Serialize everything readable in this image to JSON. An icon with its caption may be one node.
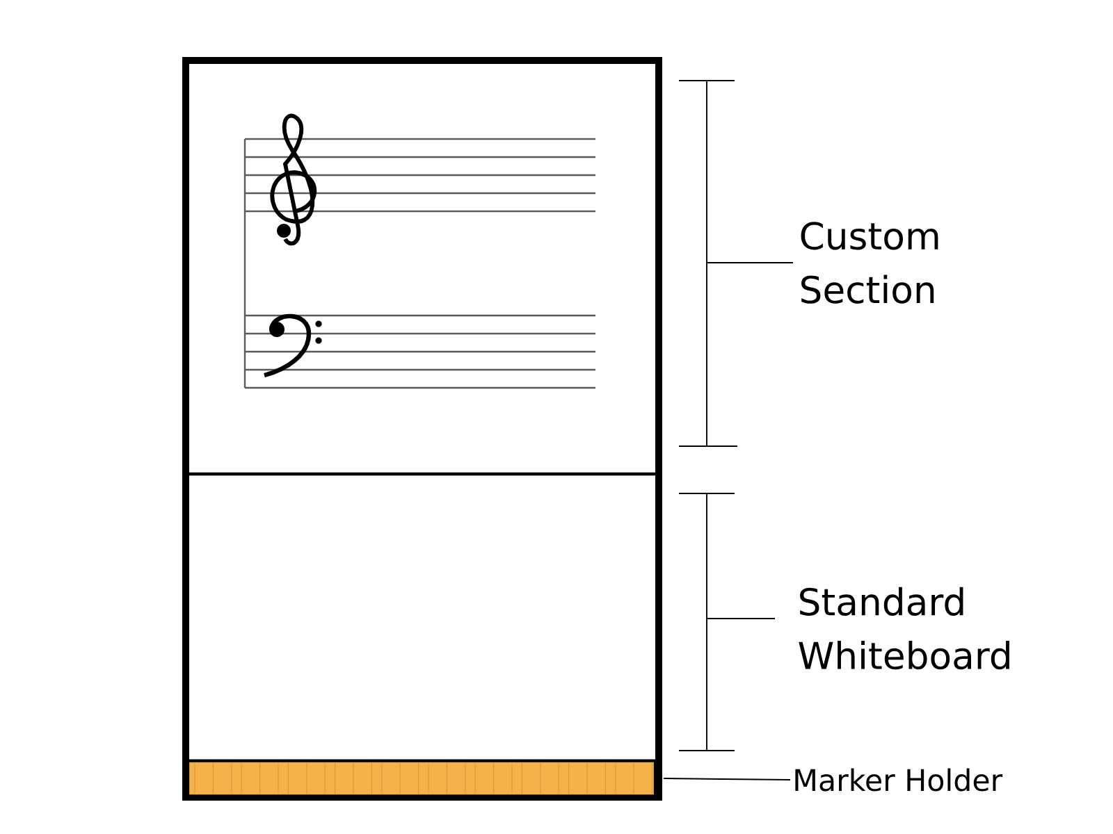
{
  "diagram": {
    "nodes": [
      {
        "text": [
          "Marker Holder"
        ]
      },
      {
        "text": [],
        "shape": "bar"
      }
    ],
    "edges": [
      {
        "from": 0,
        "to": 1,
        "arrow": "none"
      }
    ],
    "labels": [
      "Custom Section",
      "Standard Whiteboard"
    ]
  }
}
